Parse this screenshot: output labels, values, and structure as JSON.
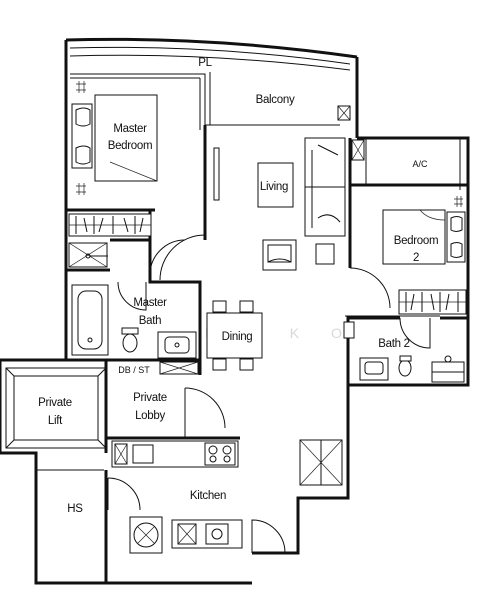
{
  "rooms": {
    "pl": "PL",
    "balcony": "Balcony",
    "master_bedroom_line1": "Master",
    "master_bedroom_line2": "Bedroom",
    "living": "Living",
    "ac": "A/C",
    "bedroom2_line1": "Bedroom",
    "bedroom2_line2": "2",
    "master_bath_line1": "Master",
    "master_bath_line2": "Bath",
    "dining": "Dining",
    "bath2": "Bath 2",
    "db_st": "DB / ST",
    "private_lift_line1": "Private",
    "private_lift_line2": "Lift",
    "private_lobby_line1": "Private",
    "private_lobby_line2": "Lobby",
    "hs": "HS",
    "kitchen": "Kitchen"
  }
}
